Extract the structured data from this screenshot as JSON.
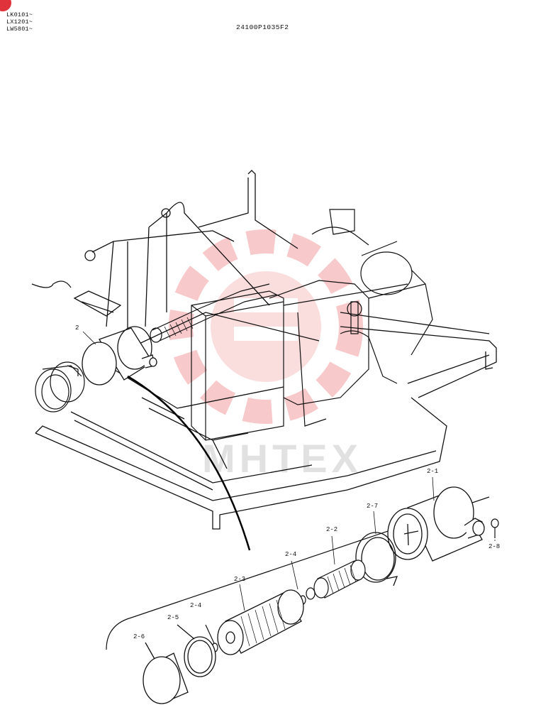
{
  "header": {
    "serial_ranges": [
      "LK0101~",
      "LX1201~",
      "LW5801~"
    ],
    "part_code": "24100P1035F2"
  },
  "watermark": {
    "text": "MHTEX",
    "color": "#e0323a"
  },
  "callouts": {
    "assembly": "2",
    "housing": "2-1",
    "element": "2-2",
    "outer_element": "2-3",
    "nut_upper": "2-4",
    "nut_lower": "2-4",
    "gasket": "2-5",
    "cover": "2-6",
    "band": "2-7",
    "valve": "2-8"
  }
}
